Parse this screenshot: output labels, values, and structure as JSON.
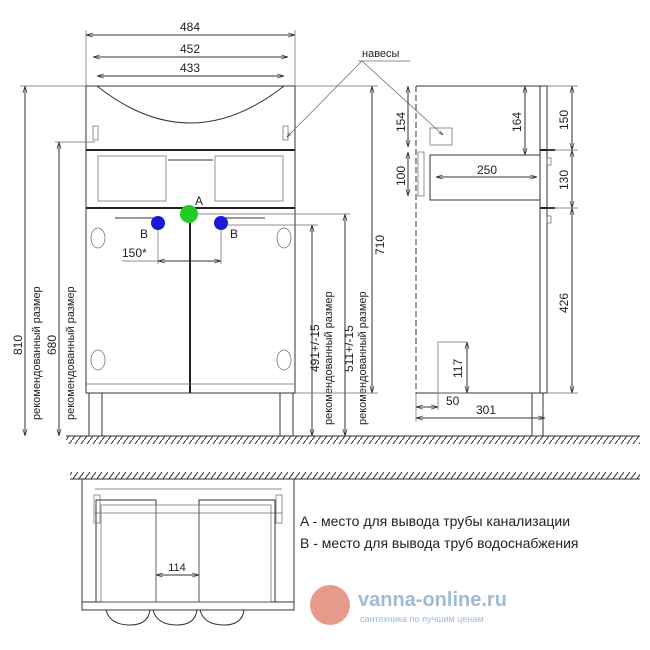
{
  "front_view": {
    "dims": {
      "w484": "484",
      "w452": "452",
      "w433": "433",
      "h810": "810",
      "h680": "680",
      "h710": "710",
      "h491": "491+/-15",
      "h511": "511+/-15",
      "d150": "150*"
    },
    "recommended_label": "рекомендованный размер",
    "point_a": "A",
    "point_b": "B",
    "hinges_label": "навесы"
  },
  "side_view": {
    "dims": {
      "h154": "154",
      "h100": "100",
      "h164": "164",
      "w250": "250",
      "h150": "150",
      "h130": "130",
      "h426": "426",
      "h117": "117",
      "w50": "50",
      "w301": "301"
    }
  },
  "bottom_view": {
    "dim114": "114"
  },
  "legend": {
    "a": "A - место для вывода трубы канализации",
    "b": "B - место для вывода труб водоснабжения"
  },
  "colors": {
    "drain": "#22cc22",
    "water": "#1a1ad6",
    "watermark": "#e89a8a",
    "watermark_text2": "#8fb1cf"
  },
  "watermark": {
    "brand": "vanna-online.ru",
    "tagline": "сантехника по лучшим ценам"
  }
}
